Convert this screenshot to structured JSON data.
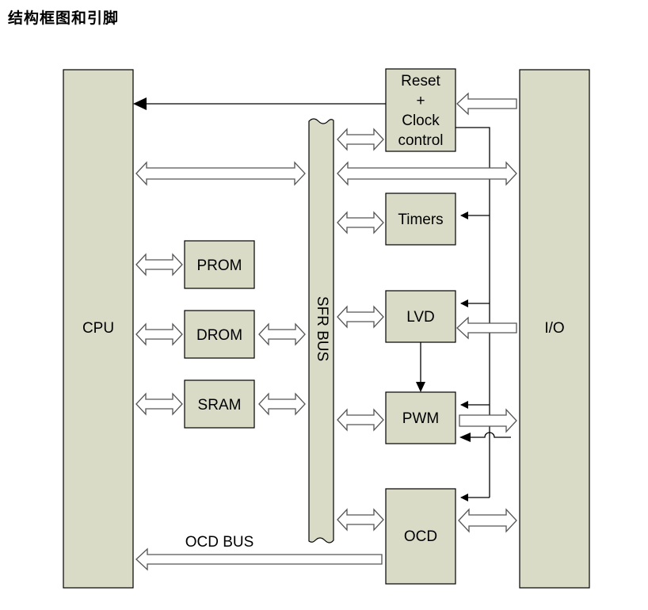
{
  "title": "结构框图和引脚",
  "blocks": {
    "cpu": "CPU",
    "io": "I/O",
    "prom": "PROM",
    "drom": "DROM",
    "sram": "SRAM",
    "sfr_bus": "SFR BUS",
    "reset_lines": [
      "Reset",
      "+",
      "Clock",
      "control"
    ],
    "timers": "Timers",
    "lvd": "LVD",
    "pwm": "PWM",
    "ocd": "OCD"
  },
  "labels": {
    "ocd_bus": "OCD BUS"
  },
  "colors": {
    "block_fill": "#d9dbc7",
    "line": "#000000",
    "arrow_outline": "#555555"
  }
}
